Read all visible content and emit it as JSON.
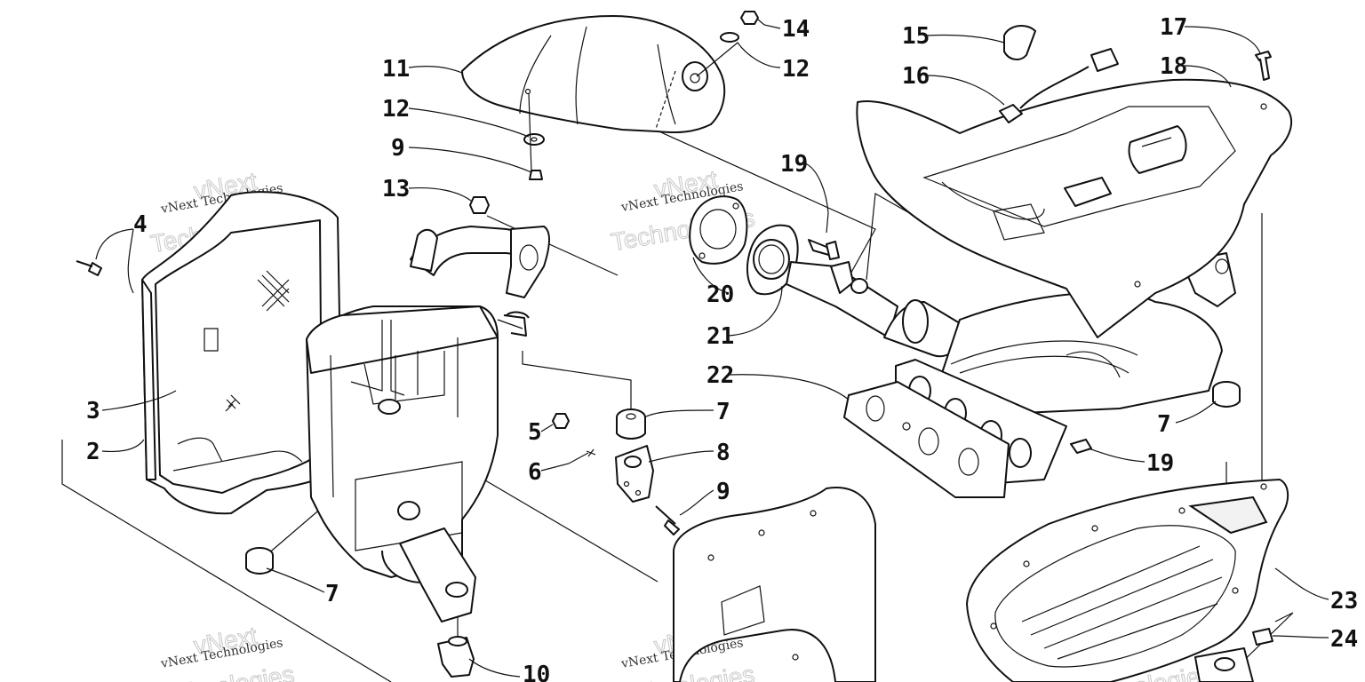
{
  "watermark": {
    "line1": "vNext Technologies",
    "line2": "vNext",
    "line3": "Technologies"
  },
  "callouts": [
    {
      "id": "c-14",
      "label": "14"
    },
    {
      "id": "c-12a",
      "label": "12"
    },
    {
      "id": "c-11",
      "label": "11"
    },
    {
      "id": "c-12b",
      "label": "12"
    },
    {
      "id": "c-9a",
      "label": "9"
    },
    {
      "id": "c-13",
      "label": "13"
    },
    {
      "id": "c-4",
      "label": "4"
    },
    {
      "id": "c-3",
      "label": "3"
    },
    {
      "id": "c-2",
      "label": "2"
    },
    {
      "id": "c-15",
      "label": "15"
    },
    {
      "id": "c-16",
      "label": "16"
    },
    {
      "id": "c-17",
      "label": "17"
    },
    {
      "id": "c-18",
      "label": "18"
    },
    {
      "id": "c-19a",
      "label": "19"
    },
    {
      "id": "c-20",
      "label": "20"
    },
    {
      "id": "c-21",
      "label": "21"
    },
    {
      "id": "c-22",
      "label": "22"
    },
    {
      "id": "c-7a",
      "label": "7"
    },
    {
      "id": "c-5",
      "label": "5"
    },
    {
      "id": "c-6",
      "label": "6"
    },
    {
      "id": "c-8",
      "label": "8"
    },
    {
      "id": "c-9b",
      "label": "9"
    },
    {
      "id": "c-7b",
      "label": "7"
    },
    {
      "id": "c-10",
      "label": "10"
    },
    {
      "id": "c-7c",
      "label": "7"
    },
    {
      "id": "c-19b",
      "label": "19"
    },
    {
      "id": "c-23",
      "label": "23"
    },
    {
      "id": "c-24",
      "label": "24"
    }
  ]
}
